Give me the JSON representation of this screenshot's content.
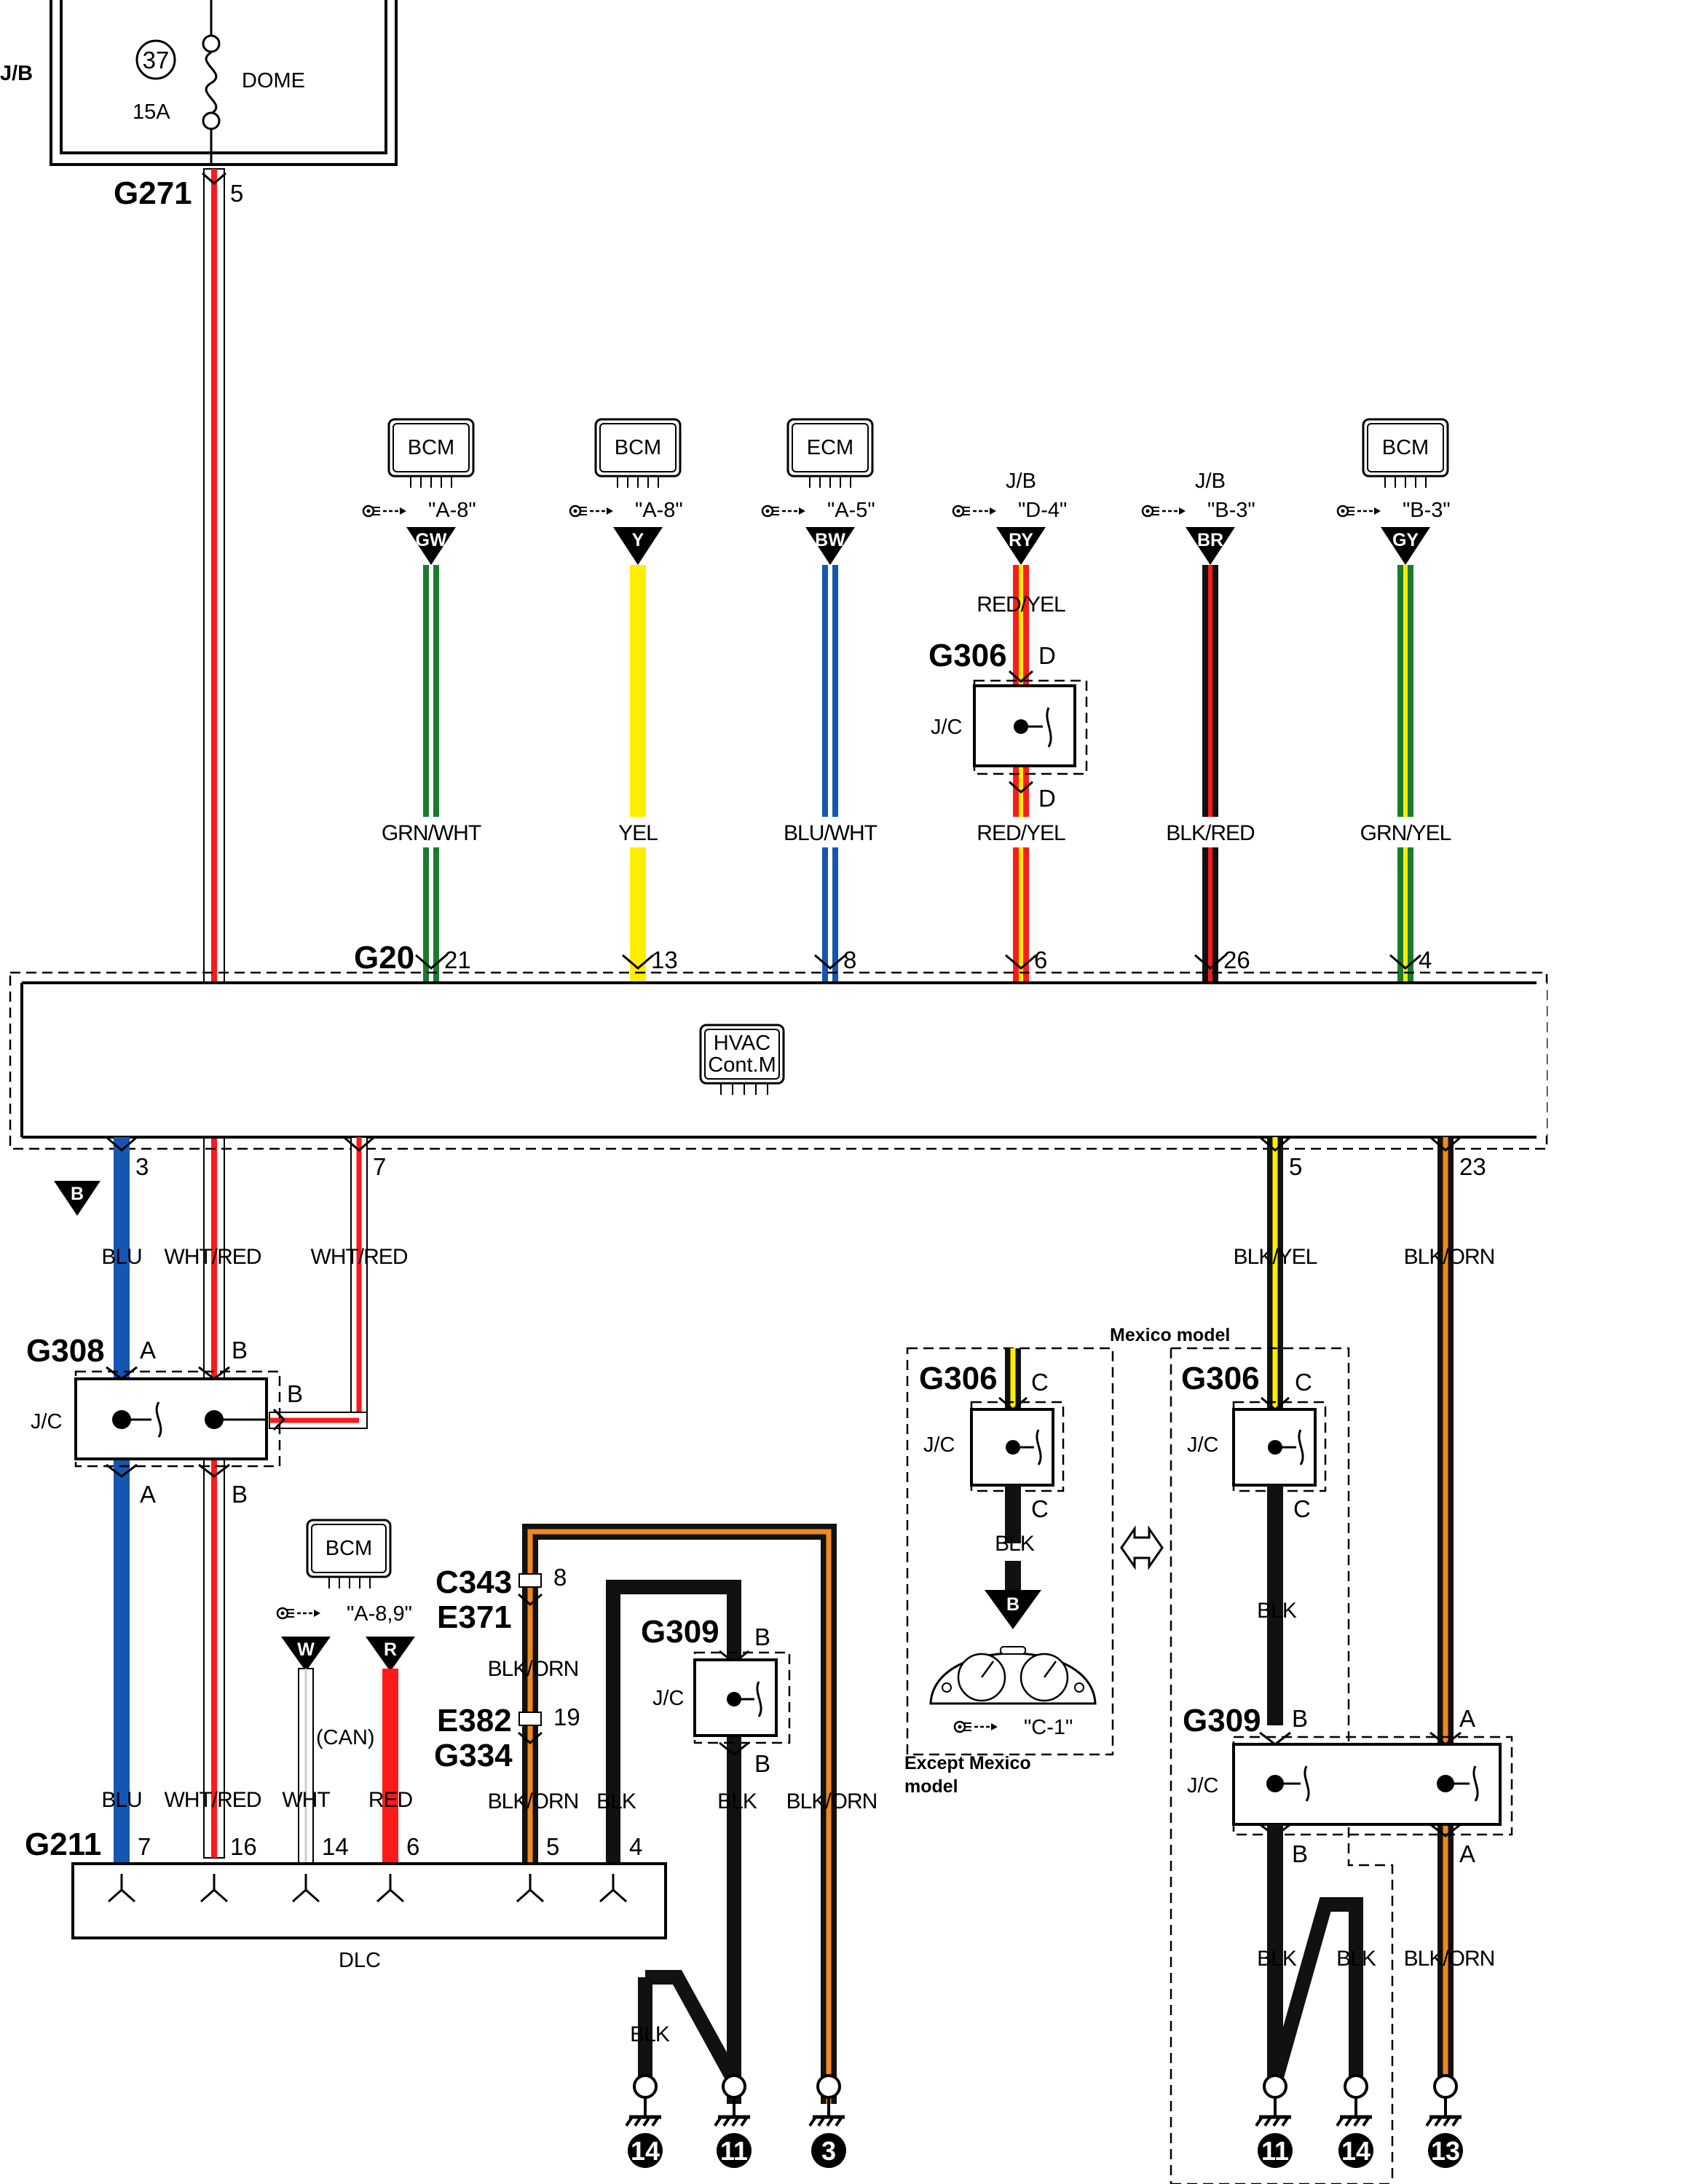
{
  "fuse": {
    "number": "37",
    "rating": "15A",
    "name": "DOME",
    "jb_label": "J/B"
  },
  "connectors": {
    "g271": "G271",
    "g271_pin": "5",
    "g20": "G20",
    "g306": "G306",
    "g308": "G308",
    "g309": "G309",
    "g211": "G211",
    "c343": "C343",
    "e371": "E371",
    "e382": "E382",
    "g334": "G334",
    "c343_pin": "8",
    "e382_pin": "19"
  },
  "modules": {
    "bcm": "BCM",
    "ecm": "ECM",
    "hvac_line1": "HVAC",
    "hvac_line2": "Cont.M"
  },
  "top_wires": [
    {
      "source": "BCM",
      "ref": "\"A-8\"",
      "code": "GW",
      "color": "GRN/WHT",
      "pin": "21",
      "base": "#1a7a30",
      "stripe": "#ffffff"
    },
    {
      "source": "BCM",
      "ref": "\"A-8\"",
      "code": "Y",
      "color": "YEL",
      "pin": "13",
      "base": "#ffee00",
      "stripe": "#ffee00"
    },
    {
      "source": "ECM",
      "ref": "\"A-5\"",
      "code": "BW",
      "color": "BLU/WHT",
      "pin": "8",
      "base": "#1556b3",
      "stripe": "#ffffff"
    },
    {
      "source": "J/B",
      "ref": "\"D-4\"",
      "code": "RY",
      "color": "RED/YEL",
      "pin": "6",
      "base": "#ff1a1a",
      "stripe": "#ffee00"
    },
    {
      "source": "J/B",
      "ref": "\"B-3\"",
      "code": "BR",
      "color": "BLK/RED",
      "pin": "26",
      "base": "#111111",
      "stripe": "#ff1a1a"
    },
    {
      "source": "BCM",
      "ref": "\"B-3\"",
      "code": "GY",
      "color": "GRN/YEL",
      "pin": "4",
      "base": "#1a7a30",
      "stripe": "#ffee00"
    }
  ],
  "g306_top": {
    "pin_top": "D",
    "pin_bottom": "D",
    "upper_label": "RED/YEL"
  },
  "hvac_bottom_pins": {
    "blu": "3",
    "whtred": "7",
    "blkyel": "5",
    "blkorn": "23"
  },
  "labels": {
    "jc": "J/C",
    "dlc": "DLC",
    "can": "(CAN)",
    "blu": "BLU",
    "whtred": "WHT/RED",
    "wht": "WHT",
    "red": "RED",
    "blk": "BLK",
    "blkorn": "BLK/ORN",
    "blkyel": "BLK/YEL",
    "a": "A",
    "b": "B",
    "c": "C",
    "mexico": "Mexico model",
    "except_mexico_1": "Except Mexico",
    "except_mexico_2": "model",
    "combo_ref": "\"C-1\"",
    "bcm_dlc_ref": "\"A-8,9\"",
    "tri_b": "B",
    "tri_w": "W",
    "tri_r": "R"
  },
  "dlc_pins": [
    "7",
    "16",
    "14",
    "6",
    "5",
    "4"
  ],
  "grounds": [
    "14",
    "11",
    "3",
    "11",
    "14",
    "13"
  ],
  "colors": {
    "wht_red_stripe": "#ff1a1a",
    "blk_orn_stripe": "#f08a1c",
    "blk_yel_stripe": "#ffee00"
  }
}
